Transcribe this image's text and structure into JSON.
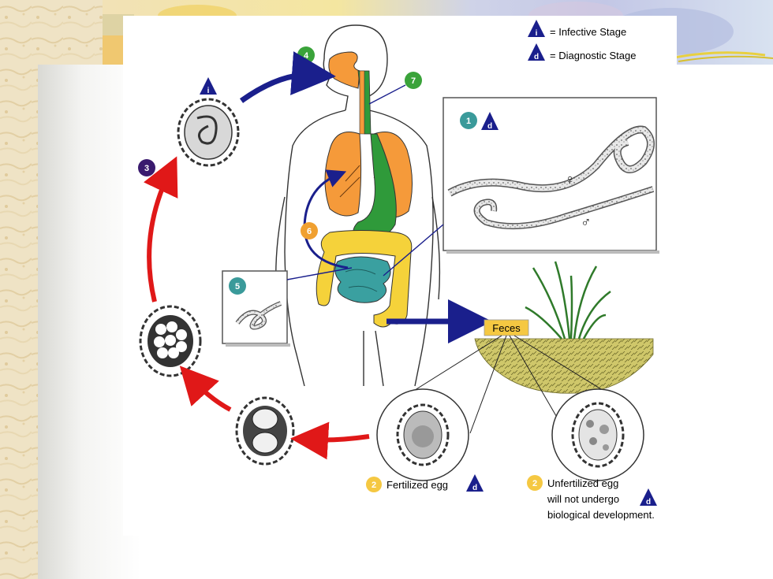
{
  "legend": {
    "infective_symbol": "i",
    "infective_label": "= Infective Stage",
    "diagnostic_symbol": "d",
    "diagnostic_label": "= Diagnostic Stage"
  },
  "stages": {
    "s1": "1",
    "s2": "2",
    "s3": "3",
    "s4": "4",
    "s5": "5",
    "s6": "6",
    "s7": "7"
  },
  "labels": {
    "feces": "Feces",
    "fertilized": "Fertilized egg",
    "unfertilized_line1": "Unfertilized egg",
    "unfertilized_line2": "will not undergo",
    "unfertilized_line3": "biological development.",
    "female_symbol": "♀",
    "male_symbol": "♂"
  },
  "colors": {
    "infective_blue": "#1a1f8c",
    "arrow_red": "#e01818",
    "arrow_blue": "#1a1f8c",
    "stage_green": "#3aa33a",
    "stage_purple": "#3a1a6e",
    "stage_orange": "#f0a030",
    "stage_teal": "#3a9a9a",
    "lung_orange": "#f59a3a",
    "gut_yellow": "#f5d23a",
    "intestine_teal": "#3aa0a0",
    "stomach_green": "#2f9a3a",
    "feces_box": "#f5c842",
    "soil": "#c8c060"
  }
}
